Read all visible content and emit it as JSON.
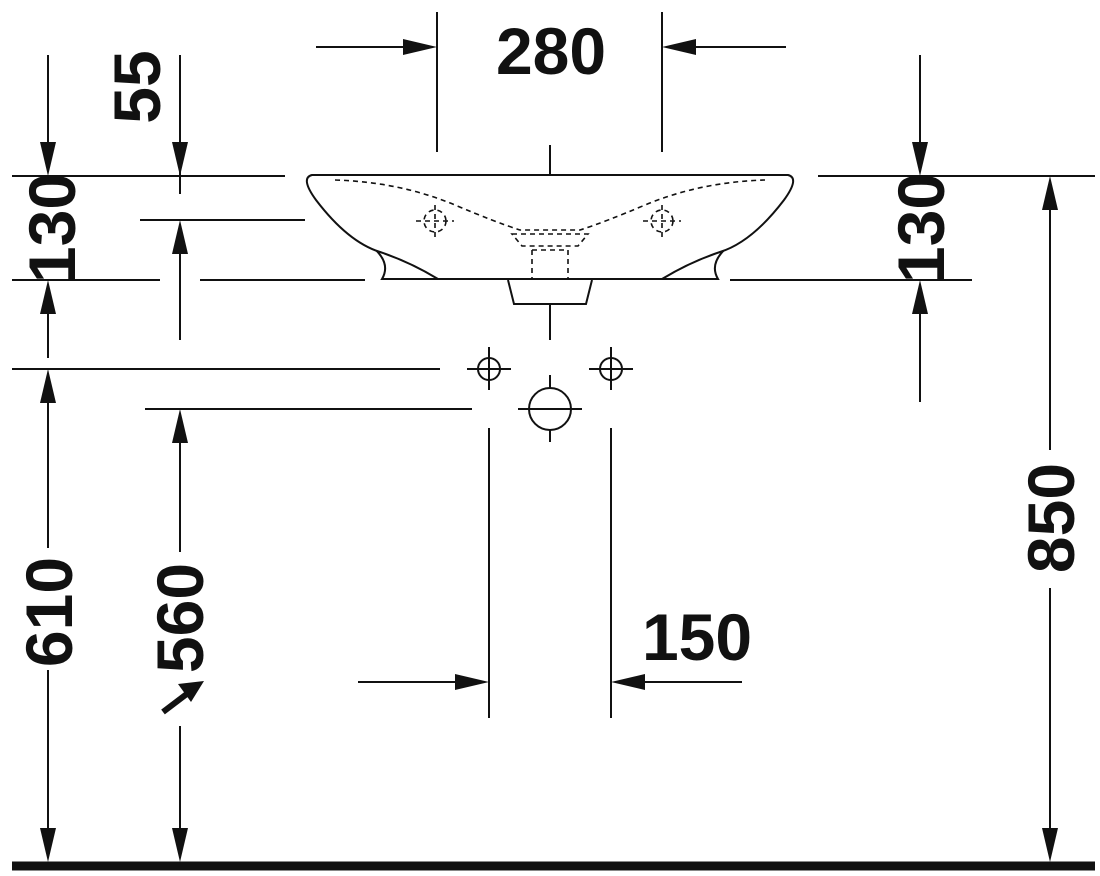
{
  "dimensions": {
    "basin_width": "280",
    "top_offset": "55",
    "basin_height_left": "130",
    "basin_height_right": "130",
    "drain_height": "610",
    "wall_height": "560",
    "fitting_spacing": "150",
    "rim_height": "850"
  }
}
